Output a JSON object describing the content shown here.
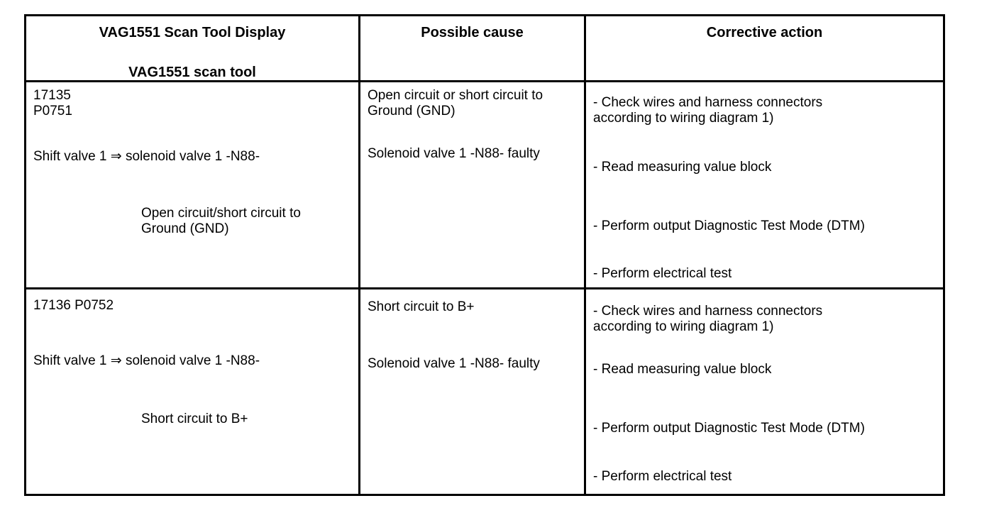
{
  "header": {
    "col1_title": "VAG1551 Scan Tool Display",
    "col1_subtitle": "VAG1551 scan tool",
    "col2_title": "Possible cause",
    "col3_title": "Corrective action"
  },
  "rows": [
    {
      "dtc_code": "17135\nP0751",
      "description": "Shift valve 1 ⇒ solenoid valve 1 -N88-",
      "fault_detail": "Open circuit/short circuit to\nGround (GND)",
      "cause_1": "Open circuit or short circuit to\nGround (GND)",
      "cause_2": "Solenoid valve 1 -N88- faulty",
      "action_1": "- Check wires and harness connectors\naccording to wiring diagram 1)",
      "action_2": "- Read measuring value block",
      "action_3": "- Perform output Diagnostic Test Mode (DTM)",
      "action_4": "- Perform electrical test"
    },
    {
      "dtc_code": "17136 P0752",
      "description": "Shift valve 1 ⇒ solenoid valve 1 -N88-",
      "fault_detail": "Short circuit to B+",
      "cause_1": "Short circuit to B+",
      "cause_2": "Solenoid valve 1 -N88- faulty",
      "action_1": "- Check wires and harness connectors\naccording to wiring diagram 1)",
      "action_2": "- Read measuring value block",
      "action_3": "- Perform output Diagnostic Test Mode (DTM)",
      "action_4": "- Perform electrical test"
    }
  ]
}
